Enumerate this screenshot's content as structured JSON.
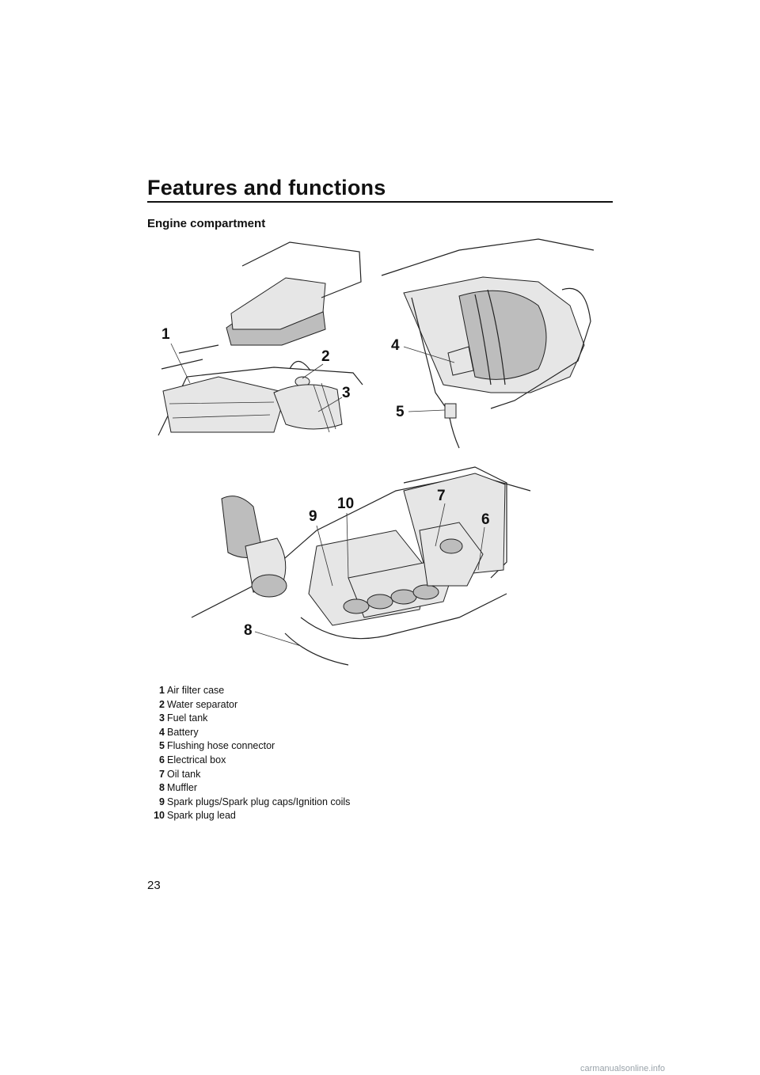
{
  "header": {
    "title": "Features and functions"
  },
  "section": {
    "title": "Engine compartment"
  },
  "figure": {
    "callouts": [
      "1",
      "2",
      "3",
      "4",
      "5",
      "6",
      "7",
      "8",
      "9",
      "10"
    ]
  },
  "legend": [
    {
      "num": "1",
      "label": "Air filter case"
    },
    {
      "num": "2",
      "label": "Water separator"
    },
    {
      "num": "3",
      "label": "Fuel tank"
    },
    {
      "num": "4",
      "label": "Battery"
    },
    {
      "num": "5",
      "label": "Flushing hose connector"
    },
    {
      "num": "6",
      "label": "Electrical box"
    },
    {
      "num": "7",
      "label": "Oil tank"
    },
    {
      "num": "8",
      "label": "Muffler"
    },
    {
      "num": "9",
      "label": "Spark plugs/Spark plug caps/Ignition coils"
    },
    {
      "num": "10",
      "label": "Spark plug lead"
    }
  ],
  "page_number": "23",
  "watermark": "carmanualsonline.info"
}
